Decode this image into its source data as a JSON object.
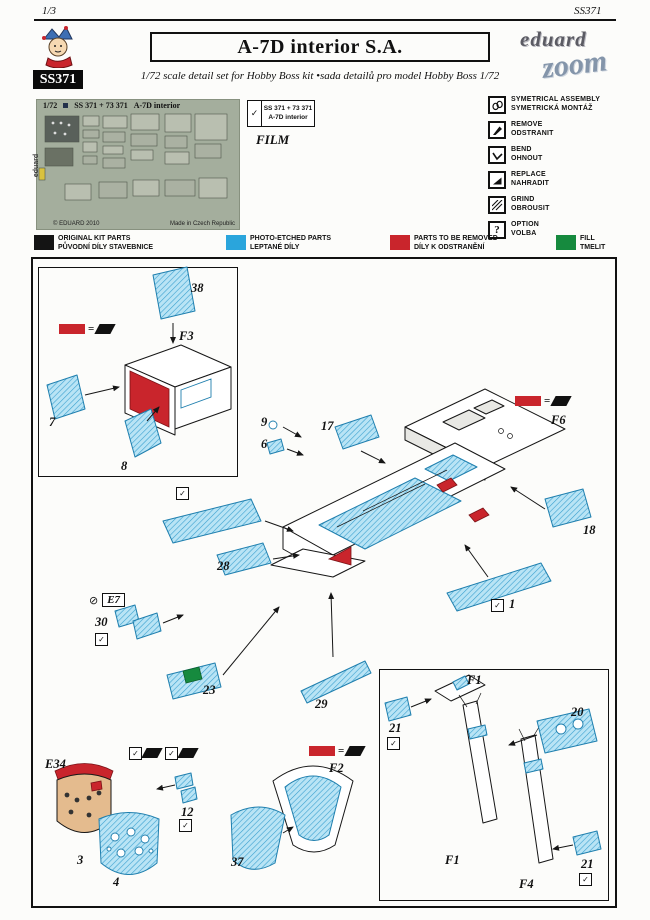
{
  "page": {
    "number": "1/3",
    "code": "SS371"
  },
  "header": {
    "product_code": "SS371",
    "title": "A-7D interior S.A.",
    "subtitle": "1/72 scale detail set for Hobby Boss kit •sada detailů pro model Hobby Boss 1/72",
    "brand": "eduard",
    "brand_line": "zoom"
  },
  "fret": {
    "scale": "1/72",
    "code": "SS 371 + 73 371",
    "name": "A-7D interior",
    "side_brand": "eduard",
    "copyright": "© EDUARD 2010",
    "origin": "Made in Czech Republic"
  },
  "film": {
    "line1": "SS 371 + 73 371",
    "line2": "A-7D interior",
    "label": "FILM"
  },
  "symbol_legend": [
    {
      "icon": "symmetrical-assembly-icon",
      "en": "SYMETRICAL ASSEMBLY",
      "cz": "SYMETRICKÁ MONTÁŽ"
    },
    {
      "icon": "remove-icon",
      "en": "REMOVE",
      "cz": "ODSTRANIT"
    },
    {
      "icon": "bend-icon",
      "en": "BEND",
      "cz": "OHNOUT"
    },
    {
      "icon": "replace-icon",
      "en": "REPLACE",
      "cz": "NAHRADIT"
    },
    {
      "icon": "grind-icon",
      "en": "GRIND",
      "cz": "OBROUSIT"
    },
    {
      "icon": "option-icon",
      "glyph": "?",
      "en": "OPTION",
      "cz": "VOLBA"
    }
  ],
  "color_legend": [
    {
      "color": "#141414",
      "en": "ORIGINAL KIT PARTS",
      "cz": "PŮVODNÍ DÍLY STAVEBNICE"
    },
    {
      "color": "#2aa5dc",
      "en": "PHOTO-ETCHED PARTS",
      "cz": "LEPTANÉ DÍLY"
    },
    {
      "color": "#c9252c",
      "en": "PARTS TO BE REMOVED",
      "cz": "DÍLY K ODSTRANĚNÍ"
    },
    {
      "color": "#168a3e",
      "en": "FILL",
      "cz": "TMELIT"
    }
  ],
  "icons": {
    "check": "✓",
    "e7_symbol": "⊘"
  },
  "diagram": {
    "eq": "=",
    "callouts": {
      "p38": "38",
      "f3": "F3",
      "p7": "7",
      "p8": "8",
      "p9": "9",
      "p6": "6",
      "p17": "17",
      "f6": "F6",
      "p18": "18",
      "p28": "28",
      "e7": "E7",
      "p1": "1",
      "p30": "30",
      "p23": "23",
      "p29": "29",
      "e34": "E34",
      "p3": "3",
      "p4": "4",
      "p12": "12",
      "f2": "F2",
      "p37": "37",
      "f1_top": "F1",
      "p21_left": "21",
      "p20": "20",
      "f1_bottom": "F1",
      "f4": "F4",
      "p21_right": "21"
    }
  }
}
